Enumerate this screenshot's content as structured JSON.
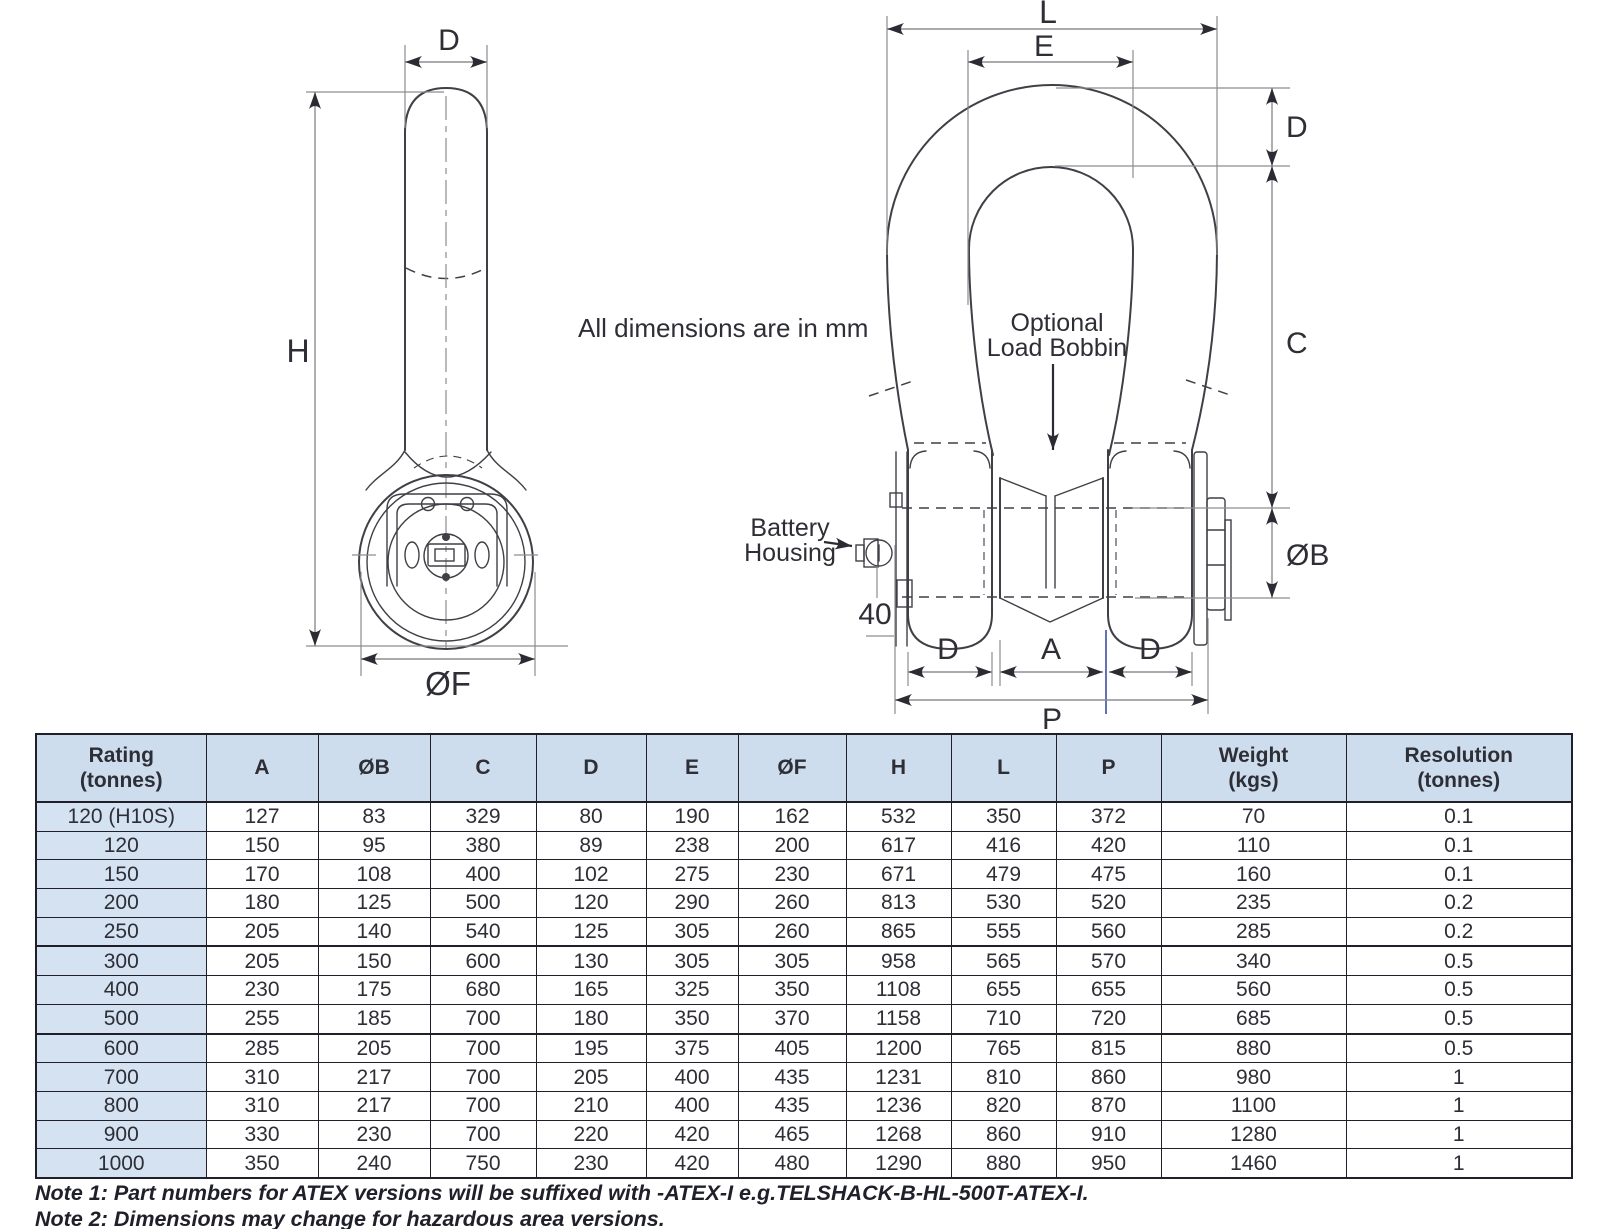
{
  "meta": {
    "dimensions_note": "All dimensions are in mm"
  },
  "colors": {
    "border": "#20202a",
    "drawing_line": "#3f3f46",
    "dimension_line": "#8d8d90",
    "arrow": "#2b2b33",
    "text": "#2e2e36",
    "table_header_bg": "#cedded",
    "rating_col_bg": "#d4e2f2",
    "artifact_blue": "#3c4fa5",
    "page_bg": "#ffffff"
  },
  "left_view": {
    "labels": {
      "d": "D",
      "h": "H",
      "f": "ØF"
    }
  },
  "right_view": {
    "labels": {
      "l": "L",
      "e": "E",
      "d_right": "D",
      "c": "C",
      "b": "ØB",
      "d_bottom_left": "D",
      "a": "A",
      "d_bottom_right": "D",
      "p": "P",
      "forty": "40"
    },
    "annotations": {
      "bobbin_line1": "Optional",
      "bobbin_line2": "Load Bobbin",
      "battery_line1": "Battery",
      "battery_line2": "Housing"
    }
  },
  "table": {
    "headers": [
      "Rating\n(tonnes)",
      "A",
      "ØB",
      "C",
      "D",
      "E",
      "ØF",
      "H",
      "L",
      "P",
      "Weight\n(kgs)",
      "Resolution\n(tonnes)"
    ],
    "rows": [
      [
        "120 (H10S)",
        "127",
        "83",
        "329",
        "80",
        "190",
        "162",
        "532",
        "350",
        "372",
        "70",
        "0.1"
      ],
      [
        "120",
        "150",
        "95",
        "380",
        "89",
        "238",
        "200",
        "617",
        "416",
        "420",
        "110",
        "0.1"
      ],
      [
        "150",
        "170",
        "108",
        "400",
        "102",
        "275",
        "230",
        "671",
        "479",
        "475",
        "160",
        "0.1"
      ],
      [
        "200",
        "180",
        "125",
        "500",
        "120",
        "290",
        "260",
        "813",
        "530",
        "520",
        "235",
        "0.2"
      ],
      [
        "250",
        "205",
        "140",
        "540",
        "125",
        "305",
        "260",
        "865",
        "555",
        "560",
        "285",
        "0.2"
      ],
      [
        "300",
        "205",
        "150",
        "600",
        "130",
        "305",
        "305",
        "958",
        "565",
        "570",
        "340",
        "0.5"
      ],
      [
        "400",
        "230",
        "175",
        "680",
        "165",
        "325",
        "350",
        "1108",
        "655",
        "655",
        "560",
        "0.5"
      ],
      [
        "500",
        "255",
        "185",
        "700",
        "180",
        "350",
        "370",
        "1158",
        "710",
        "720",
        "685",
        "0.5"
      ],
      [
        "600",
        "285",
        "205",
        "700",
        "195",
        "375",
        "405",
        "1200",
        "765",
        "815",
        "880",
        "0.5"
      ],
      [
        "700",
        "310",
        "217",
        "700",
        "205",
        "400",
        "435",
        "1231",
        "810",
        "860",
        "980",
        "1"
      ],
      [
        "800",
        "310",
        "217",
        "700",
        "210",
        "400",
        "435",
        "1236",
        "820",
        "870",
        "1100",
        "1"
      ],
      [
        "900",
        "330",
        "230",
        "700",
        "220",
        "420",
        "465",
        "1268",
        "860",
        "910",
        "1280",
        "1"
      ],
      [
        "1000",
        "350",
        "240",
        "750",
        "230",
        "420",
        "480",
        "1290",
        "880",
        "950",
        "1460",
        "1"
      ]
    ]
  },
  "notes": [
    "Note 1: Part numbers for ATEX versions will be suffixed with -ATEX-I e.g.TELSHACK-B-HL-500T-ATEX-I.",
    "Note 2: Dimensions may change for hazardous area versions."
  ]
}
